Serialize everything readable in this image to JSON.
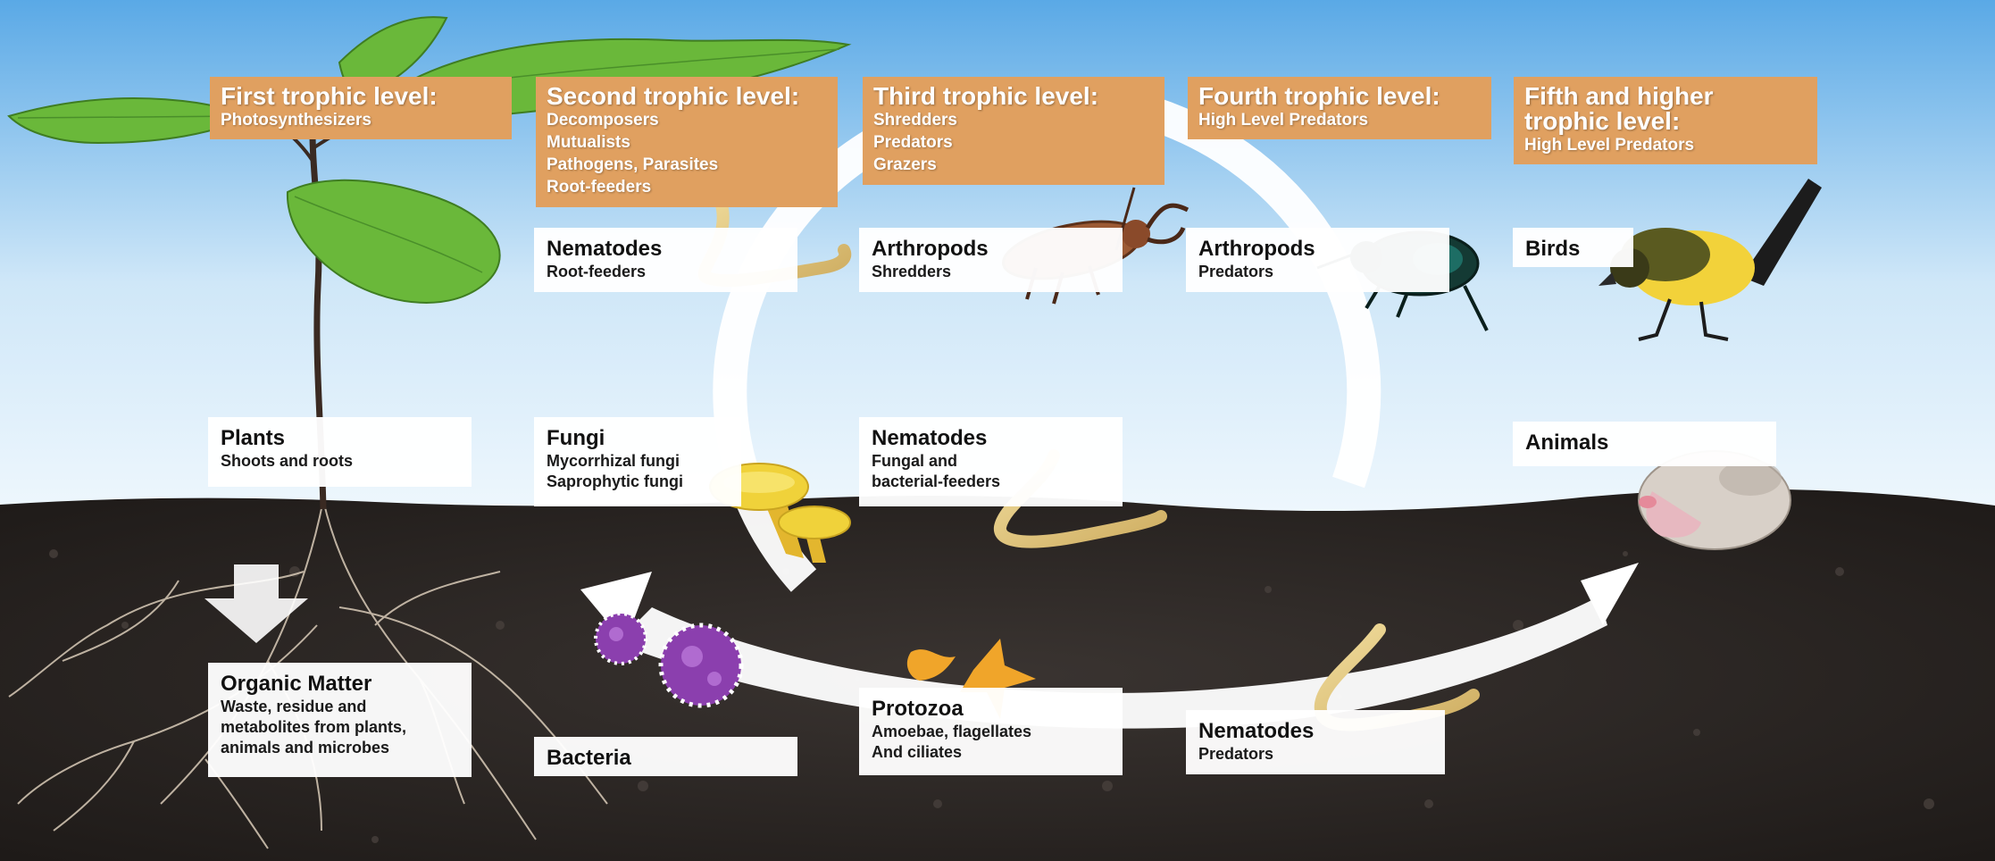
{
  "levels": [
    {
      "title": "First trophic level:",
      "lines": [
        "Photosynthesizers"
      ]
    },
    {
      "title": "Second trophic level:",
      "lines": [
        "Decomposers",
        "Mutualists",
        "Pathogens, Parasites",
        "Root-feeders"
      ]
    },
    {
      "title": "Third trophic level:",
      "lines": [
        "Shredders",
        "Predators",
        "Grazers"
      ]
    },
    {
      "title": "Fourth trophic level:",
      "lines": [
        "High Level Predators"
      ]
    },
    {
      "title_line1": "Fifth and higher",
      "title_line2": "trophic level:",
      "lines": [
        "High Level Predators"
      ]
    }
  ],
  "organisms": {
    "nematodes_root": {
      "title": "Nematodes",
      "lines": [
        "Root-feeders"
      ]
    },
    "arthropods_shred": {
      "title": "Arthropods",
      "lines": [
        "Shredders"
      ]
    },
    "arthropods_pred": {
      "title": "Arthropods",
      "lines": [
        "Predators"
      ]
    },
    "birds": {
      "title": "Birds"
    },
    "plants": {
      "title": "Plants",
      "lines": [
        "Shoots and roots"
      ]
    },
    "fungi": {
      "title": "Fungi",
      "lines": [
        "Mycorrhizal fungi",
        "Saprophytic fungi"
      ]
    },
    "nematodes_fungal": {
      "title": "Nematodes",
      "lines": [
        "Fungal and",
        "bacterial-feeders"
      ]
    },
    "animals": {
      "title": "Animals"
    },
    "organic_matter": {
      "title": "Organic Matter",
      "lines": [
        "Waste, residue and",
        "metabolites from plants,",
        "animals and microbes"
      ]
    },
    "bacteria": {
      "title": "Bacteria"
    },
    "protozoa": {
      "title": "Protozoa",
      "lines": [
        "Amoebae, flagellates",
        "And ciliates"
      ]
    },
    "nematodes_pred": {
      "title": "Nematodes",
      "lines": [
        "Predators"
      ]
    }
  },
  "colors": {
    "sky_top": "#5aa9e6",
    "sky_bottom": "#eef7fd",
    "soil": "#2a2522",
    "header_orange": "#e0a060",
    "cycle_arrow": "#ffffff",
    "worm": "#e6cf8a",
    "fungi": "#f0d23a",
    "bacteria": "#8b3fae",
    "protozoa": "#f0a52a",
    "leaf": "#6ab83a",
    "beetle_brown": "#9c5a34",
    "beetle_green": "#143a34",
    "bird_yellow": "#f2d23a",
    "mole": "#d8d0c8"
  }
}
